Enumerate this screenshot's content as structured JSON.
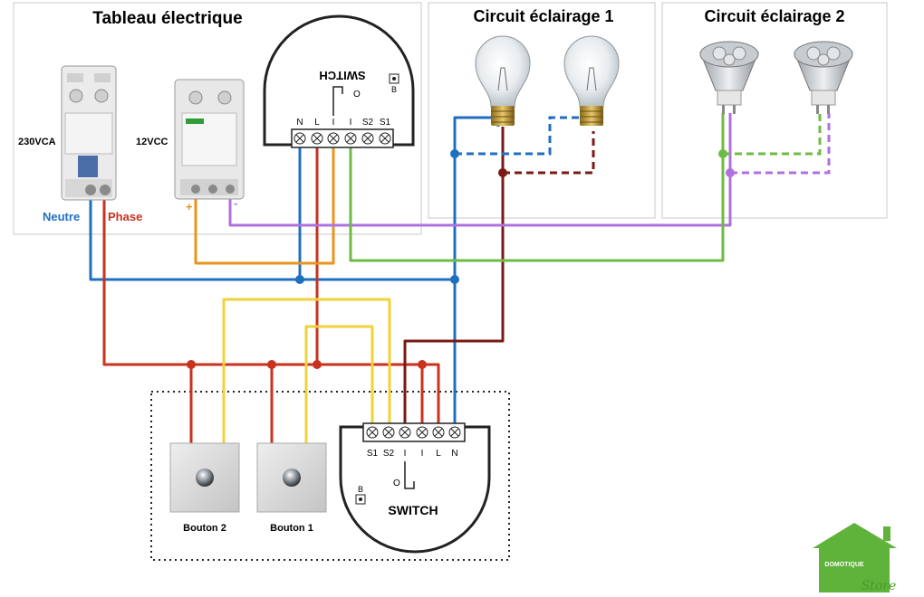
{
  "panels": {
    "tableau": {
      "title": "Tableau électrique"
    },
    "circuit1": {
      "title": "Circuit éclairage 1"
    },
    "circuit2": {
      "title": "Circuit éclairage 2"
    }
  },
  "breaker": {
    "voltage": "230VCA",
    "neutral_label": "Neutre",
    "phase_label": "Phase"
  },
  "psu": {
    "voltage": "12VCC",
    "plus": "+",
    "minus": "-"
  },
  "module_top": {
    "name": "SWITCH",
    "b_label": "B",
    "o_label": "O",
    "terminals": [
      "N",
      "L",
      "I",
      "I",
      "S2",
      "S1"
    ]
  },
  "module_bottom": {
    "name": "SWITCH",
    "b_label": "B",
    "o_label": "O",
    "terminals": [
      "S1",
      "S2",
      "I",
      "I",
      "L",
      "N"
    ]
  },
  "buttons": {
    "button2": "Bouton 2",
    "button1": "Bouton 1"
  },
  "logo": {
    "line1": "DOMOTIQUE",
    "line2": "Store"
  },
  "colors": {
    "neutral": "#1f6fc0",
    "phase": "#c8321e",
    "circuit1": "#7a1a14",
    "plus12v": "#e8941e",
    "minus12v": "#b070e0",
    "circuit2": "#6dbb45",
    "switch_button": "#f0d23a",
    "logo_green": "#5fb33a"
  }
}
